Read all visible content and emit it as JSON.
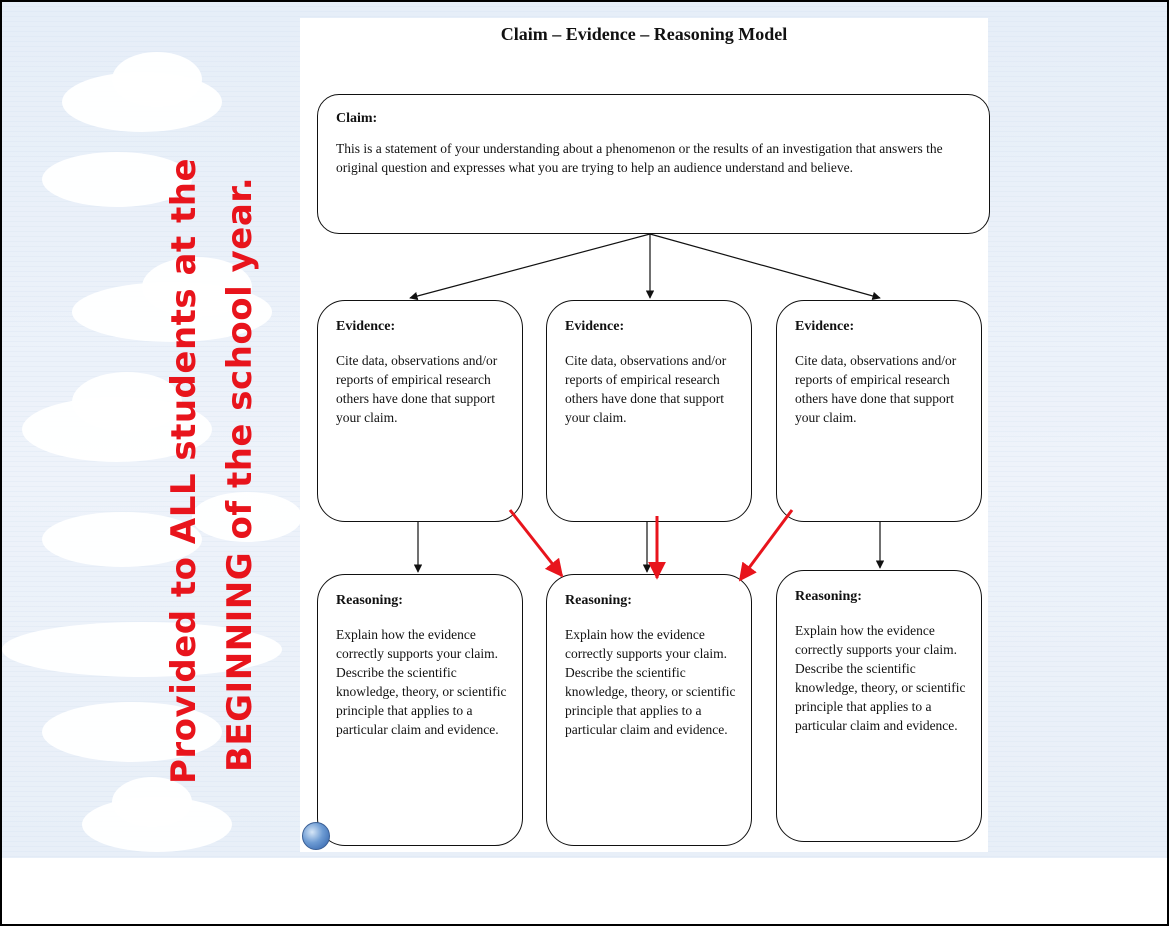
{
  "side_text": {
    "line1": "Provided to ALL students at the",
    "line2": "BEGINNING of the school year."
  },
  "diagram": {
    "title": "Claim – Evidence – Reasoning Model",
    "claim": {
      "heading": "Claim:",
      "text": "This is a statement of your understanding about a phenomenon or the results of an investigation that answers the original question and expresses what you are trying to help an audience understand and believe."
    },
    "evidence": [
      {
        "heading": "Evidence:",
        "text": "Cite data, observations and/or reports of empirical research others have done that support your claim."
      },
      {
        "heading": "Evidence:",
        "text": "Cite data, observations and/or reports of empirical research others have done that support your claim."
      },
      {
        "heading": "Evidence:",
        "text": "Cite data, observations and/or reports of empirical research others have done that support your claim."
      }
    ],
    "reasoning": [
      {
        "heading": "Reasoning:",
        "text": "Explain how the evidence correctly supports your claim. Describe the scientific knowledge, theory, or scientific principle that applies to a particular claim and evidence."
      },
      {
        "heading": "Reasoning:",
        "text": "Explain how the evidence correctly supports your claim. Describe the scientific knowledge, theory, or scientific principle that applies to a particular claim and evidence."
      },
      {
        "heading": "Reasoning:",
        "text": "Explain how the evidence correctly supports your claim. Describe the scientific knowledge, theory, or scientific principle that applies to a particular claim and evidence."
      }
    ]
  },
  "colors": {
    "annotation_red": "#e8141c",
    "arrow_black": "#111111",
    "background_sky": "#e6eef8"
  },
  "icons": [
    "globe-icon"
  ]
}
